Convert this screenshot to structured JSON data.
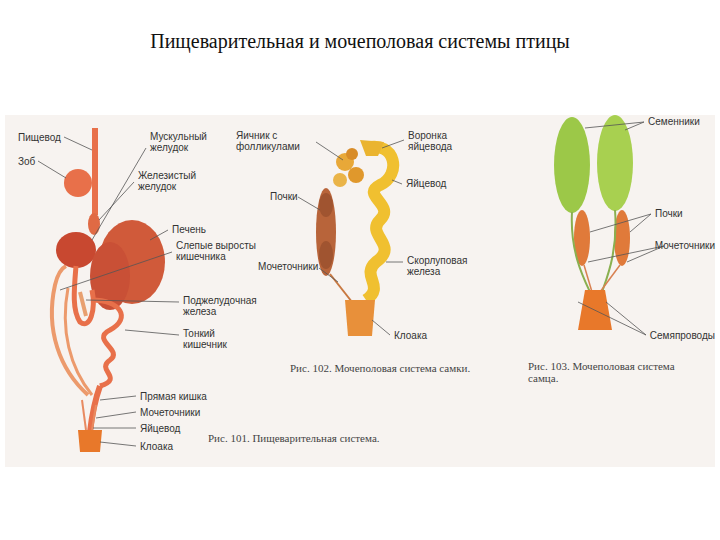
{
  "diagram": {
    "title": "Пищеварительная и мочеполовая системы птицы",
    "labels": [
      "Пищевод",
      "Зоб",
      "Мускульный желудок",
      "Железистый желудок",
      "Печень",
      "Слепые выросты кишечника",
      "Поджелудочная железа",
      "Тонкий кишечник",
      "Прямая кишка",
      "Мочеточники",
      "Яйцевод",
      "Клоака",
      "Рис. 101. Пищеварительная система.",
      "Яичник с фолликулами",
      "Воронка яйцевода",
      "Яйцевод",
      "Почки",
      "Мочеточники",
      "Скорлуповая железа",
      "Клоака",
      "Рис. 102. Мочеполовая система самки.",
      "Семенники",
      "Почки",
      "Мочеточники",
      "Семяпроводы",
      "Рис. 103. Мочеполовая система самца."
    ]
  }
}
